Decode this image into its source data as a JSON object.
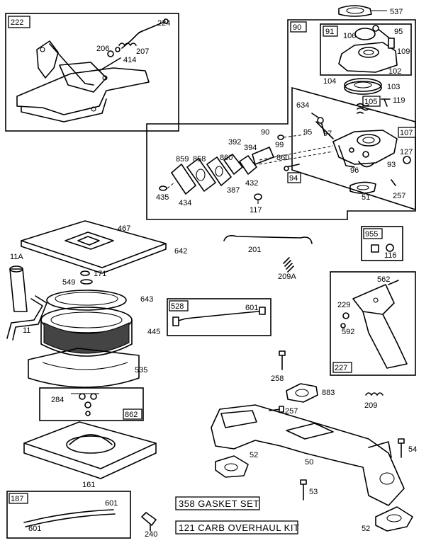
{
  "groups": {
    "g222": "222",
    "g90": "90",
    "g91": "91",
    "g105": "105",
    "g107": "107",
    "g94": "94",
    "g955": "955",
    "g528": "528",
    "g227": "227",
    "g862": "862",
    "g187": "187"
  },
  "parts": {
    "p537": "537",
    "p224": "224",
    "p206": "206",
    "p207": "207",
    "p414": "414",
    "p106": "106",
    "p95a": "95",
    "p109": "109",
    "p102": "102",
    "p104": "104",
    "p103": "103",
    "p119": "119",
    "p634": "634",
    "p95b": "95",
    "p97": "97",
    "p90b": "90",
    "p99": "99",
    "p392": "392",
    "p394": "394",
    "p859": "859",
    "p858": "858",
    "p860a": "860",
    "p860b": "860",
    "p127": "127",
    "p96": "96",
    "p93": "93",
    "p435": "435",
    "p434": "434",
    "p387": "387",
    "p432": "432",
    "p117": "117",
    "p51": "51",
    "p257a": "257",
    "p467": "467",
    "p642": "642",
    "p201": "201",
    "p11A": "11A",
    "p171": "171",
    "p549": "549",
    "p209A": "209A",
    "p116": "116",
    "p562": "562",
    "p643": "643",
    "p601a": "601",
    "p229": "229",
    "p592": "592",
    "p11": "11",
    "p445": "445",
    "p535": "535",
    "p258": "258",
    "p883": "883",
    "p284": "284",
    "p209": "209",
    "p257b": "257",
    "p54": "54",
    "p52a": "52",
    "p50": "50",
    "p161": "161",
    "p53": "53",
    "p601b": "601",
    "p601c": "601",
    "p240": "240",
    "p52b": "52"
  },
  "kits": {
    "gasket": "358 GASKET SET",
    "carb": "121 CARB  OVERHAUL KIT"
  }
}
